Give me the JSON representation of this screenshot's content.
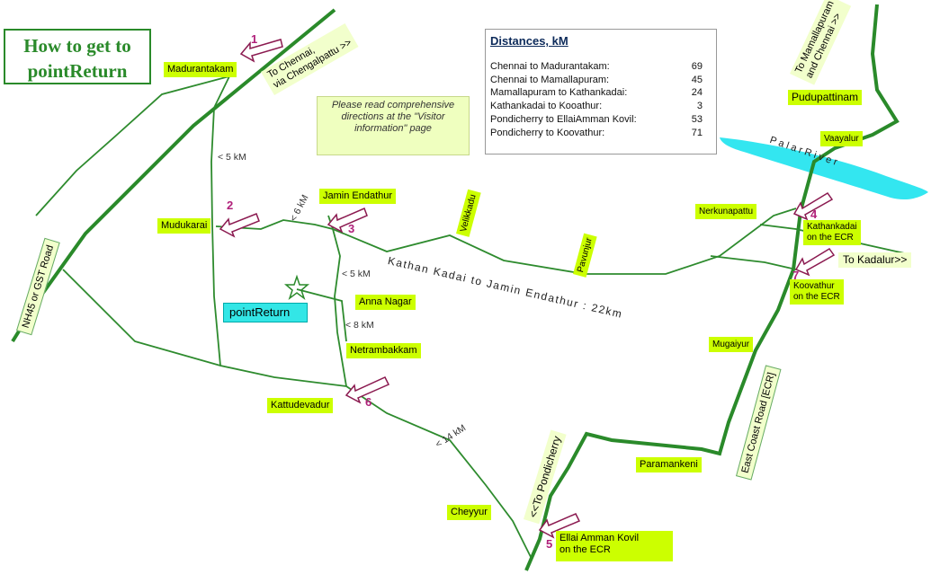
{
  "title": {
    "line1": "How to get to",
    "line2": "pointReturn"
  },
  "note": "Please read comprehensive directions at the \"Visitor information\" page",
  "distances": {
    "heading": "Distances, kM",
    "rows": [
      {
        "route": "Chennai to Madurantakam:",
        "km": "69"
      },
      {
        "route": "Chennai to Mamallapuram:",
        "km": "45"
      },
      {
        "route": "Mamallapuram to Kathankadai:",
        "km": "24"
      },
      {
        "route": "Kathankadai to Kooathur:",
        "km": "3"
      },
      {
        "route": "Pondicherry to EllaiAmman Kovil:",
        "km": "53"
      },
      {
        "route": "Pondicherry to Koovathur:",
        "km": "71"
      }
    ]
  },
  "places": {
    "madurantakam": "Madurantakam",
    "mudukarai": "Mudukarai",
    "jamin_endathur": "Jamin Endathur",
    "velikkadu": "Velikkadu",
    "pavunjur": "Pavunjur",
    "anna_nagar": "Anna Nagar",
    "netrambakkam": "Netrambakkam",
    "kattudevadur": "Kattudevadur",
    "cheyyur": "Cheyyur",
    "ellai_line1": "Ellai Amman Kovil",
    "ellai_line2": "on the ECR",
    "paramankeni": "Paramankeni",
    "mugaiyur": "Mugaiyur",
    "koovathur_line1": "Koovathur",
    "koovathur_line2": "on the ECR",
    "kathankadai_line1": "Kathankadai",
    "kathankadai_line2": "on the ECR",
    "nerkunapattu": "Nerkunapattu",
    "vaayalur": "Vaayalur",
    "pudupattinam": "Pudupattinam",
    "point_return": "pointReturn"
  },
  "signs": {
    "to_chennai_line1": "To Chennai,",
    "to_chennai_line2": "via Chengalpattu >>",
    "to_mamallapuram_line1": "To Mamallapuram",
    "to_mamallapuram_line2": "and Chennai >>",
    "to_kadalur": "To Kadalur>>",
    "to_pondicherry": "<<To Pondicherry",
    "nh45": "NH45 or GST Road",
    "ecr": "East Coast Road [ECR]",
    "palar_river": "P a l a r   R i v e r",
    "kathan_road": "Kathan Kadai to Jamin Endathur : 22km"
  },
  "road_distances": {
    "d1": "< 5 kM",
    "d2": "< 6 kM",
    "d3": "< 5 kM",
    "d4": "< 8 kM",
    "d5": "< 14 kM"
  },
  "markers": [
    "1",
    "2",
    "3",
    "4",
    "5",
    "6",
    "7"
  ],
  "colors": {
    "road": "#2e8b2e",
    "highway": "#2a8a2a",
    "river": "#33e6f0",
    "label_bg": "#ccff00",
    "arrow": "#8b1a50",
    "marker_text": "#b0207a",
    "title": "#2a8a2a",
    "point_return_bg": "#33e6e6"
  },
  "icons": {
    "star": "star-icon",
    "arrow": "arrow-icon"
  }
}
